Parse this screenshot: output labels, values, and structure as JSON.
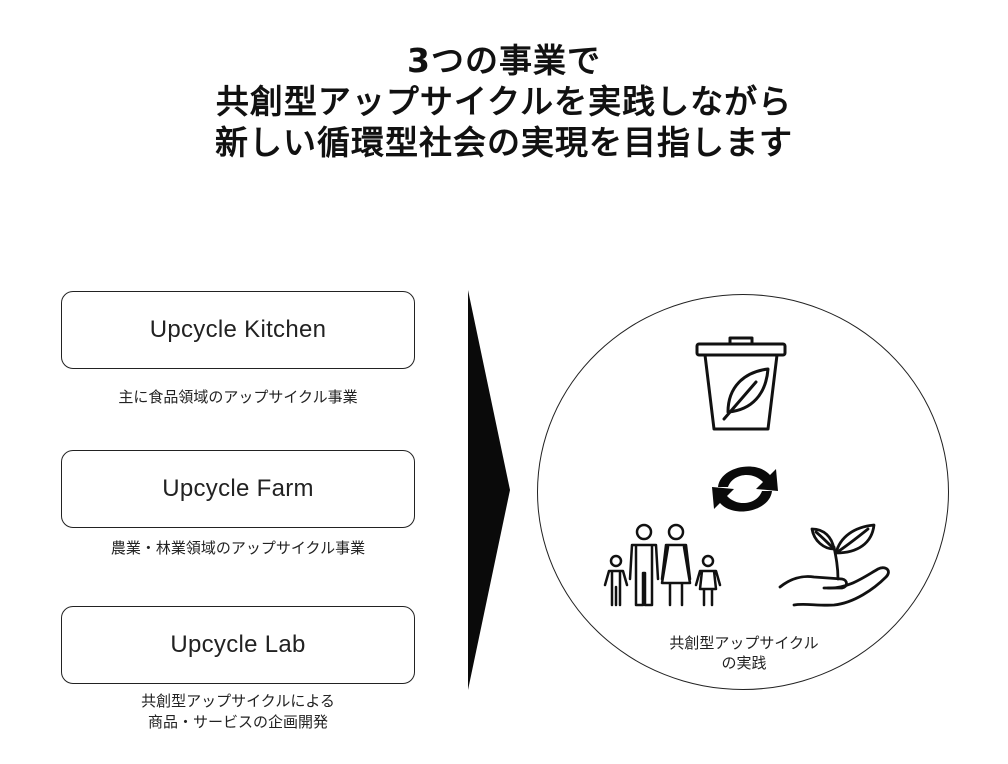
{
  "heading": {
    "line1": "3つの事業で",
    "line2": "共創型アップサイクルを実践しながら",
    "line3": "新しい循環型社会の実現を目指します"
  },
  "businesses": [
    {
      "name": "Upcycle Kitchen",
      "desc_line1": "主に食品領域のアップサイクル事業"
    },
    {
      "name": "Upcycle Farm",
      "desc_line1": "農業・林業領域のアップサイクル事業"
    },
    {
      "name": "Upcycle Lab",
      "desc_line1": "共創型アップサイクルによる",
      "desc_line2": "商品・サービスの企画開発"
    }
  ],
  "result": {
    "line1": "共創型アップサイクル",
    "line2": "の実践",
    "icons": [
      "compost-bin-icon",
      "recycle-arrows-icon",
      "family-icon",
      "sprout-in-hand-icon"
    ]
  },
  "colors": {
    "ink": "#111111",
    "border": "#222222",
    "background": "#ffffff"
  }
}
